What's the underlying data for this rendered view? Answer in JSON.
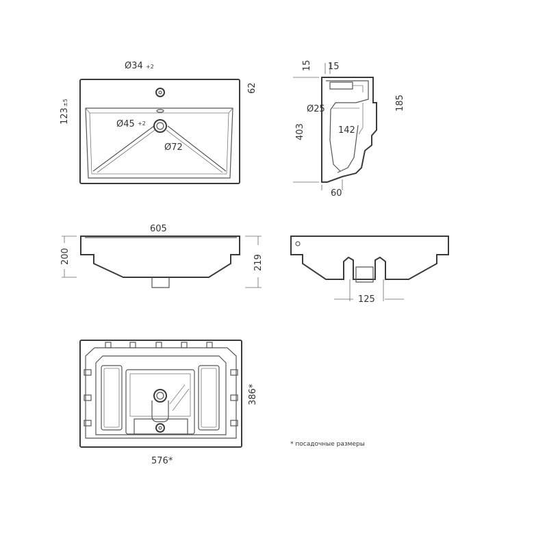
{
  "top_view": {
    "tap_hole": "Ø34",
    "tap_hole_tol": "+2",
    "depth_tap": "62",
    "tap_offset": "123",
    "tap_offset_tol": "±5",
    "drain_hole": "Ø45",
    "drain_hole_tol": "+2",
    "drain_outer": "Ø72"
  },
  "side_view": {
    "rim_offset": "15",
    "rim_thickness": "15",
    "overflow": "Ø25",
    "height_total": "403",
    "drain_height": "185",
    "basin_depth": "142",
    "base_width": "60"
  },
  "front_view": {
    "width": "605",
    "height_left": "200",
    "height_right": "219"
  },
  "section_view": {
    "drain_width": "125"
  },
  "bottom_view": {
    "mount_depth": "386*",
    "mount_width": "576*"
  },
  "footnote": "* посадочные размеры"
}
